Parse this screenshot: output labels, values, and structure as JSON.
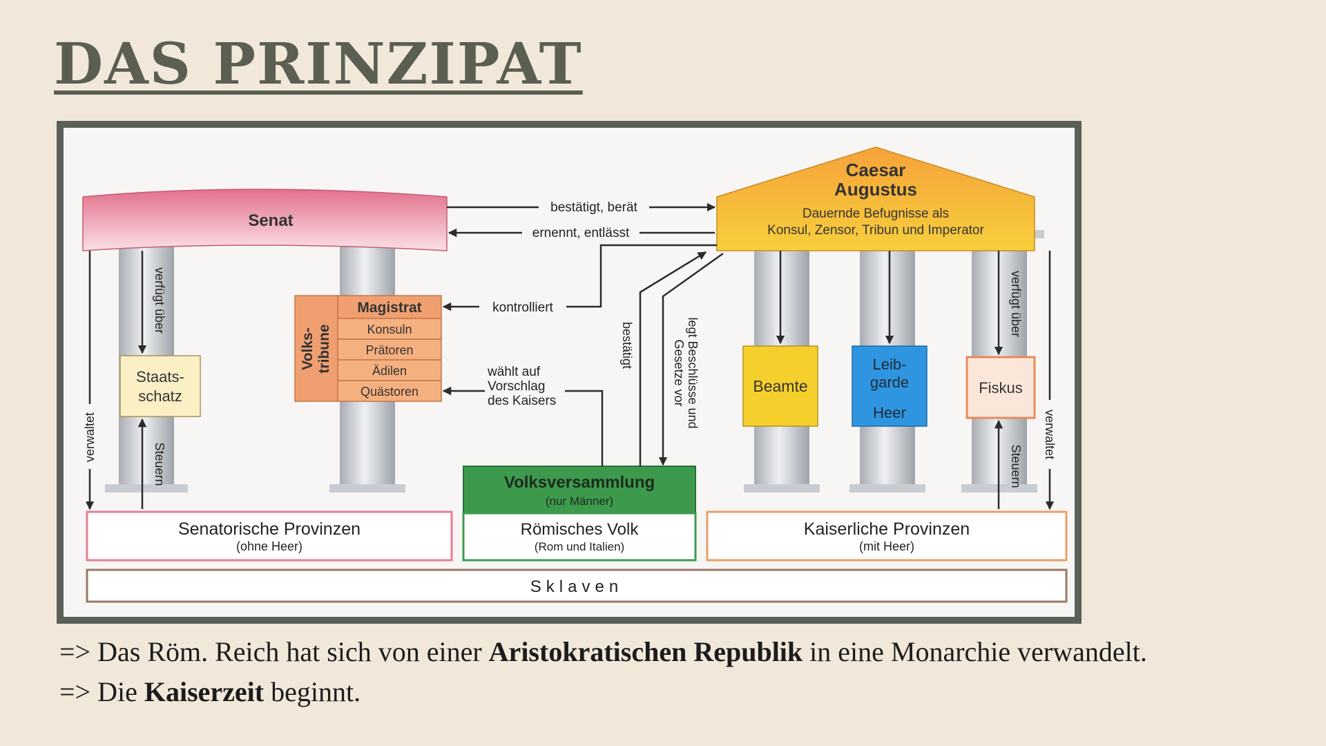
{
  "title": "DAS PRINZIPAT",
  "colors": {
    "background": "#f1e8da",
    "title": "#5a5f52",
    "frame": "#596058",
    "senate": "#e77e95",
    "emperor": "#f7b43c",
    "magistrate": "#f0a070",
    "assembly": "#3d9a4c",
    "guard": "#2f95e0",
    "officials": "#f5cf2b",
    "treasury_fiskus": "#fbe7da"
  },
  "diagram": {
    "senate": "Senat",
    "emperor": {
      "name_line1": "Caesar",
      "name_line2": "Augustus",
      "powers_line1": "Dauernde Befugnisse als",
      "powers_line2": "Konsul, Zensor, Tribun und Imperator"
    },
    "magistrate": {
      "header": "Magistrat",
      "offices": [
        "Konsuln",
        "Prätoren",
        "Ädilen",
        "Quästoren"
      ]
    },
    "tribunes_line1": "Volks-",
    "tribunes_line2": "tribune",
    "treasury_line1": "Staats-",
    "treasury_line2": "schatz",
    "officials": "Beamte",
    "guard_line1": "Leib-",
    "guard_line2": "garde",
    "army": "Heer",
    "fiskus": "Fiskus",
    "assembly": {
      "name": "Volksversammlung",
      "note": "(nur Männer)"
    },
    "people": {
      "name": "Römisches Volk",
      "note": "(Rom und Italien)"
    },
    "senatorial_provinces": {
      "name": "Senatorische Provinzen",
      "note": "(ohne Heer)"
    },
    "imperial_provinces": {
      "name": "Kaiserliche Provinzen",
      "note": "(mit Heer)"
    },
    "slaves": "Sklaven",
    "relations": {
      "confirms_advises": "bestätigt, berät",
      "appoints_dismisses": "ernennt, entlässt",
      "controls": "kontrolliert",
      "elects_line1": "wählt auf",
      "elects_line2": "Vorschlag",
      "elects_line3": "des Kaisers",
      "confirms": "bestätigt",
      "proposes_line1": "legt Beschlüsse und",
      "proposes_line2": "Gesetze vor",
      "disposes_over": "verfügt über",
      "administers": "verwaltet",
      "taxes": "Steuern"
    }
  },
  "summary": {
    "line1_part1": "=> Das Röm. Reich hat sich von einer ",
    "line1_bold": "Aristokratischen Republik",
    "line1_part2": " in eine Monarchie verwandelt.",
    "line2_part1": "=> Die ",
    "line2_bold": "Kaiserzeit",
    "line2_part2": " beginnt."
  }
}
